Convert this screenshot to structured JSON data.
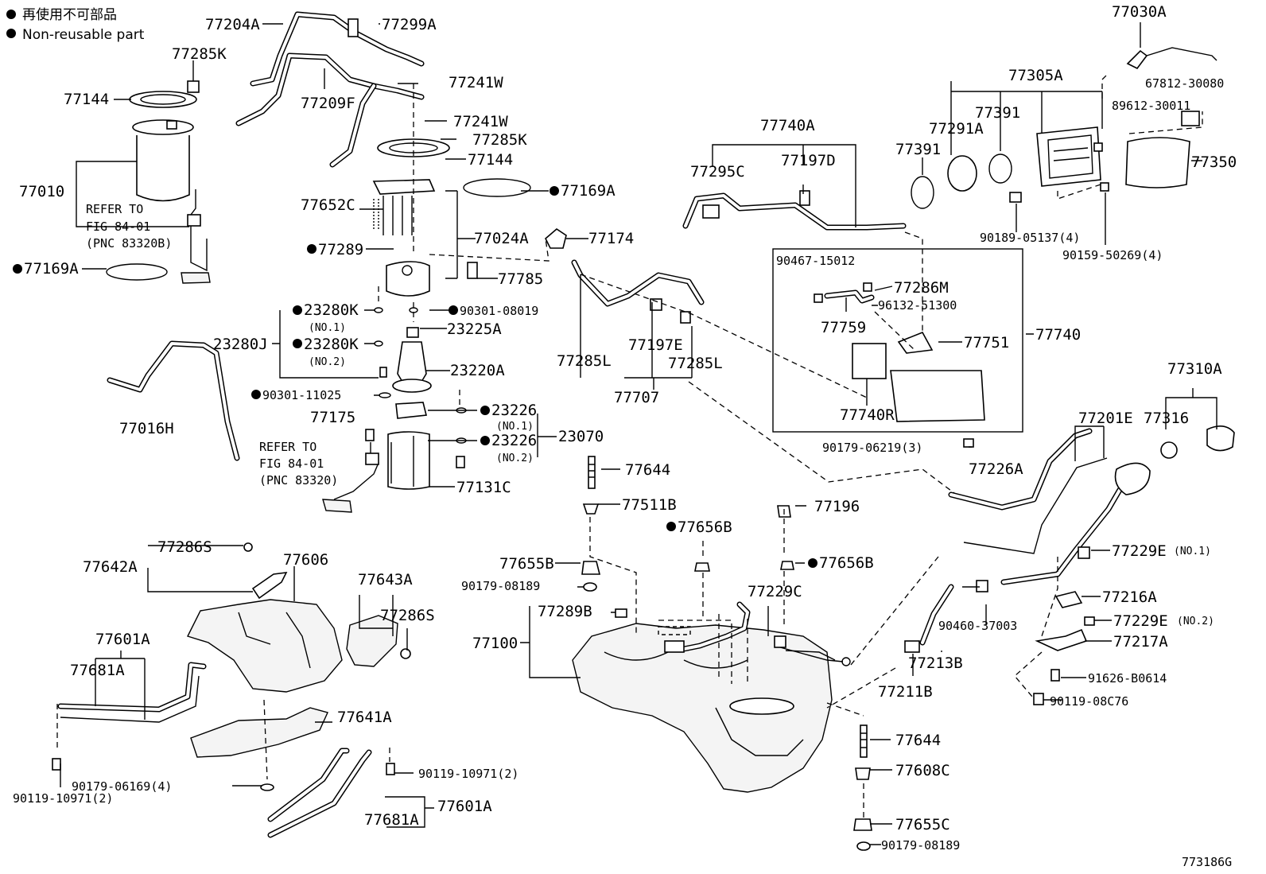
{
  "legend": {
    "jp": "再使用不可部品",
    "en": "Non-reusable part"
  },
  "figure_id": "773186G",
  "parts": {
    "p77204A": "77204A",
    "p77299A": "77299A",
    "p77285K_a": "77285K",
    "p77144_a": "77144",
    "p77209F": "77209F",
    "p77241W_a": "77241W",
    "p77241W_b": "77241W",
    "p77285K_b": "77285K",
    "p77144_b": "77144",
    "p77169A_a": "77169A",
    "p77010": "77010",
    "refer1_a": "REFER TO",
    "refer1_b": "FIG 84-01",
    "refer1_c": "(PNC 83320B)",
    "p77169A_b": "77169A",
    "p77652C": "77652C",
    "p77024A": "77024A",
    "p77174": "77174",
    "p77289": "77289",
    "p77785": "77785",
    "p23280K_1": "23280K",
    "no1_a": "(NO.1)",
    "p90301_08019": "90301-08019",
    "p23225A": "23225A",
    "p23280J": "23280J",
    "p23280K_2": "23280K",
    "no2_a": "(NO.2)",
    "p23220A": "23220A",
    "p77016H": "77016H",
    "p90301_11025": "90301-11025",
    "p77175": "77175",
    "p23226_1": "23226",
    "no1_b": "(NO.1)",
    "p23070": "23070",
    "p23226_2": "23226",
    "no2_b": "(NO.2)",
    "refer2_a": "REFER TO",
    "refer2_b": "FIG 84-01",
    "refer2_c": "(PNC 83320)",
    "p77131C": "77131C",
    "p77740A": "77740A",
    "p77295C": "77295C",
    "p77197D": "77197D",
    "p77030A": "77030A",
    "p77305A": "77305A",
    "p67812": "67812-30080",
    "p89612": "89612-30011",
    "p77391_a": "77391",
    "p77291A": "77291A",
    "p77391_b": "77391",
    "p77350": "77350",
    "p90189": "90189-05137(4)",
    "p90159": "90159-50269(4)",
    "p90467": "90467-15012",
    "p77286M": "77286M",
    "p96132": "96132-51300",
    "p77759": "77759",
    "p77751": "77751",
    "p77740": "77740",
    "p77740R": "77740R",
    "p90179_06219": "90179-06219(3)",
    "p77285L_a": "77285L",
    "p77197E": "77197E",
    "p77285L_b": "77285L",
    "p77707": "77707",
    "p77310A": "77310A",
    "p77201E": "77201E",
    "p77316": "77316",
    "p77226A": "77226A",
    "p77644_a": "77644",
    "p77511B": "77511B",
    "p77196": "77196",
    "p77656B_a": "77656B",
    "p77656B_b": "77656B",
    "p77229E_1": "77229E",
    "no1_c": "(NO.1)",
    "p77216A": "77216A",
    "p77229E_2": "77229E",
    "no2_c": "(NO.2)",
    "p77217A": "77217A",
    "p77655B": "77655B",
    "p90179_08189_a": "90179-08189",
    "p77229C": "77229C",
    "p77289B": "77289B",
    "p77100": "77100",
    "p90460": "90460-37003",
    "p77213B": "77213B",
    "p77211B": "77211B",
    "p91626": "91626-B0614",
    "p90119_08C76": "90119-08C76",
    "p77642A": "77642A",
    "p77286S_a": "77286S",
    "p77606": "77606",
    "p77643A": "77643A",
    "p77286S_b": "77286S",
    "p77601A_a": "77601A",
    "p77681A_a": "77681A",
    "p77641A": "77641A",
    "p90179_06169": "90179-06169(4)",
    "p90119_10971_a": "90119-10971(2)",
    "p90119_10971_b": "90119-10971(2)",
    "p77601A_b": "77601A",
    "p77681A_b": "77681A",
    "p77644_b": "77644",
    "p77608C": "77608C",
    "p77655C": "77655C",
    "p90179_08189_b": "90179-08189"
  }
}
